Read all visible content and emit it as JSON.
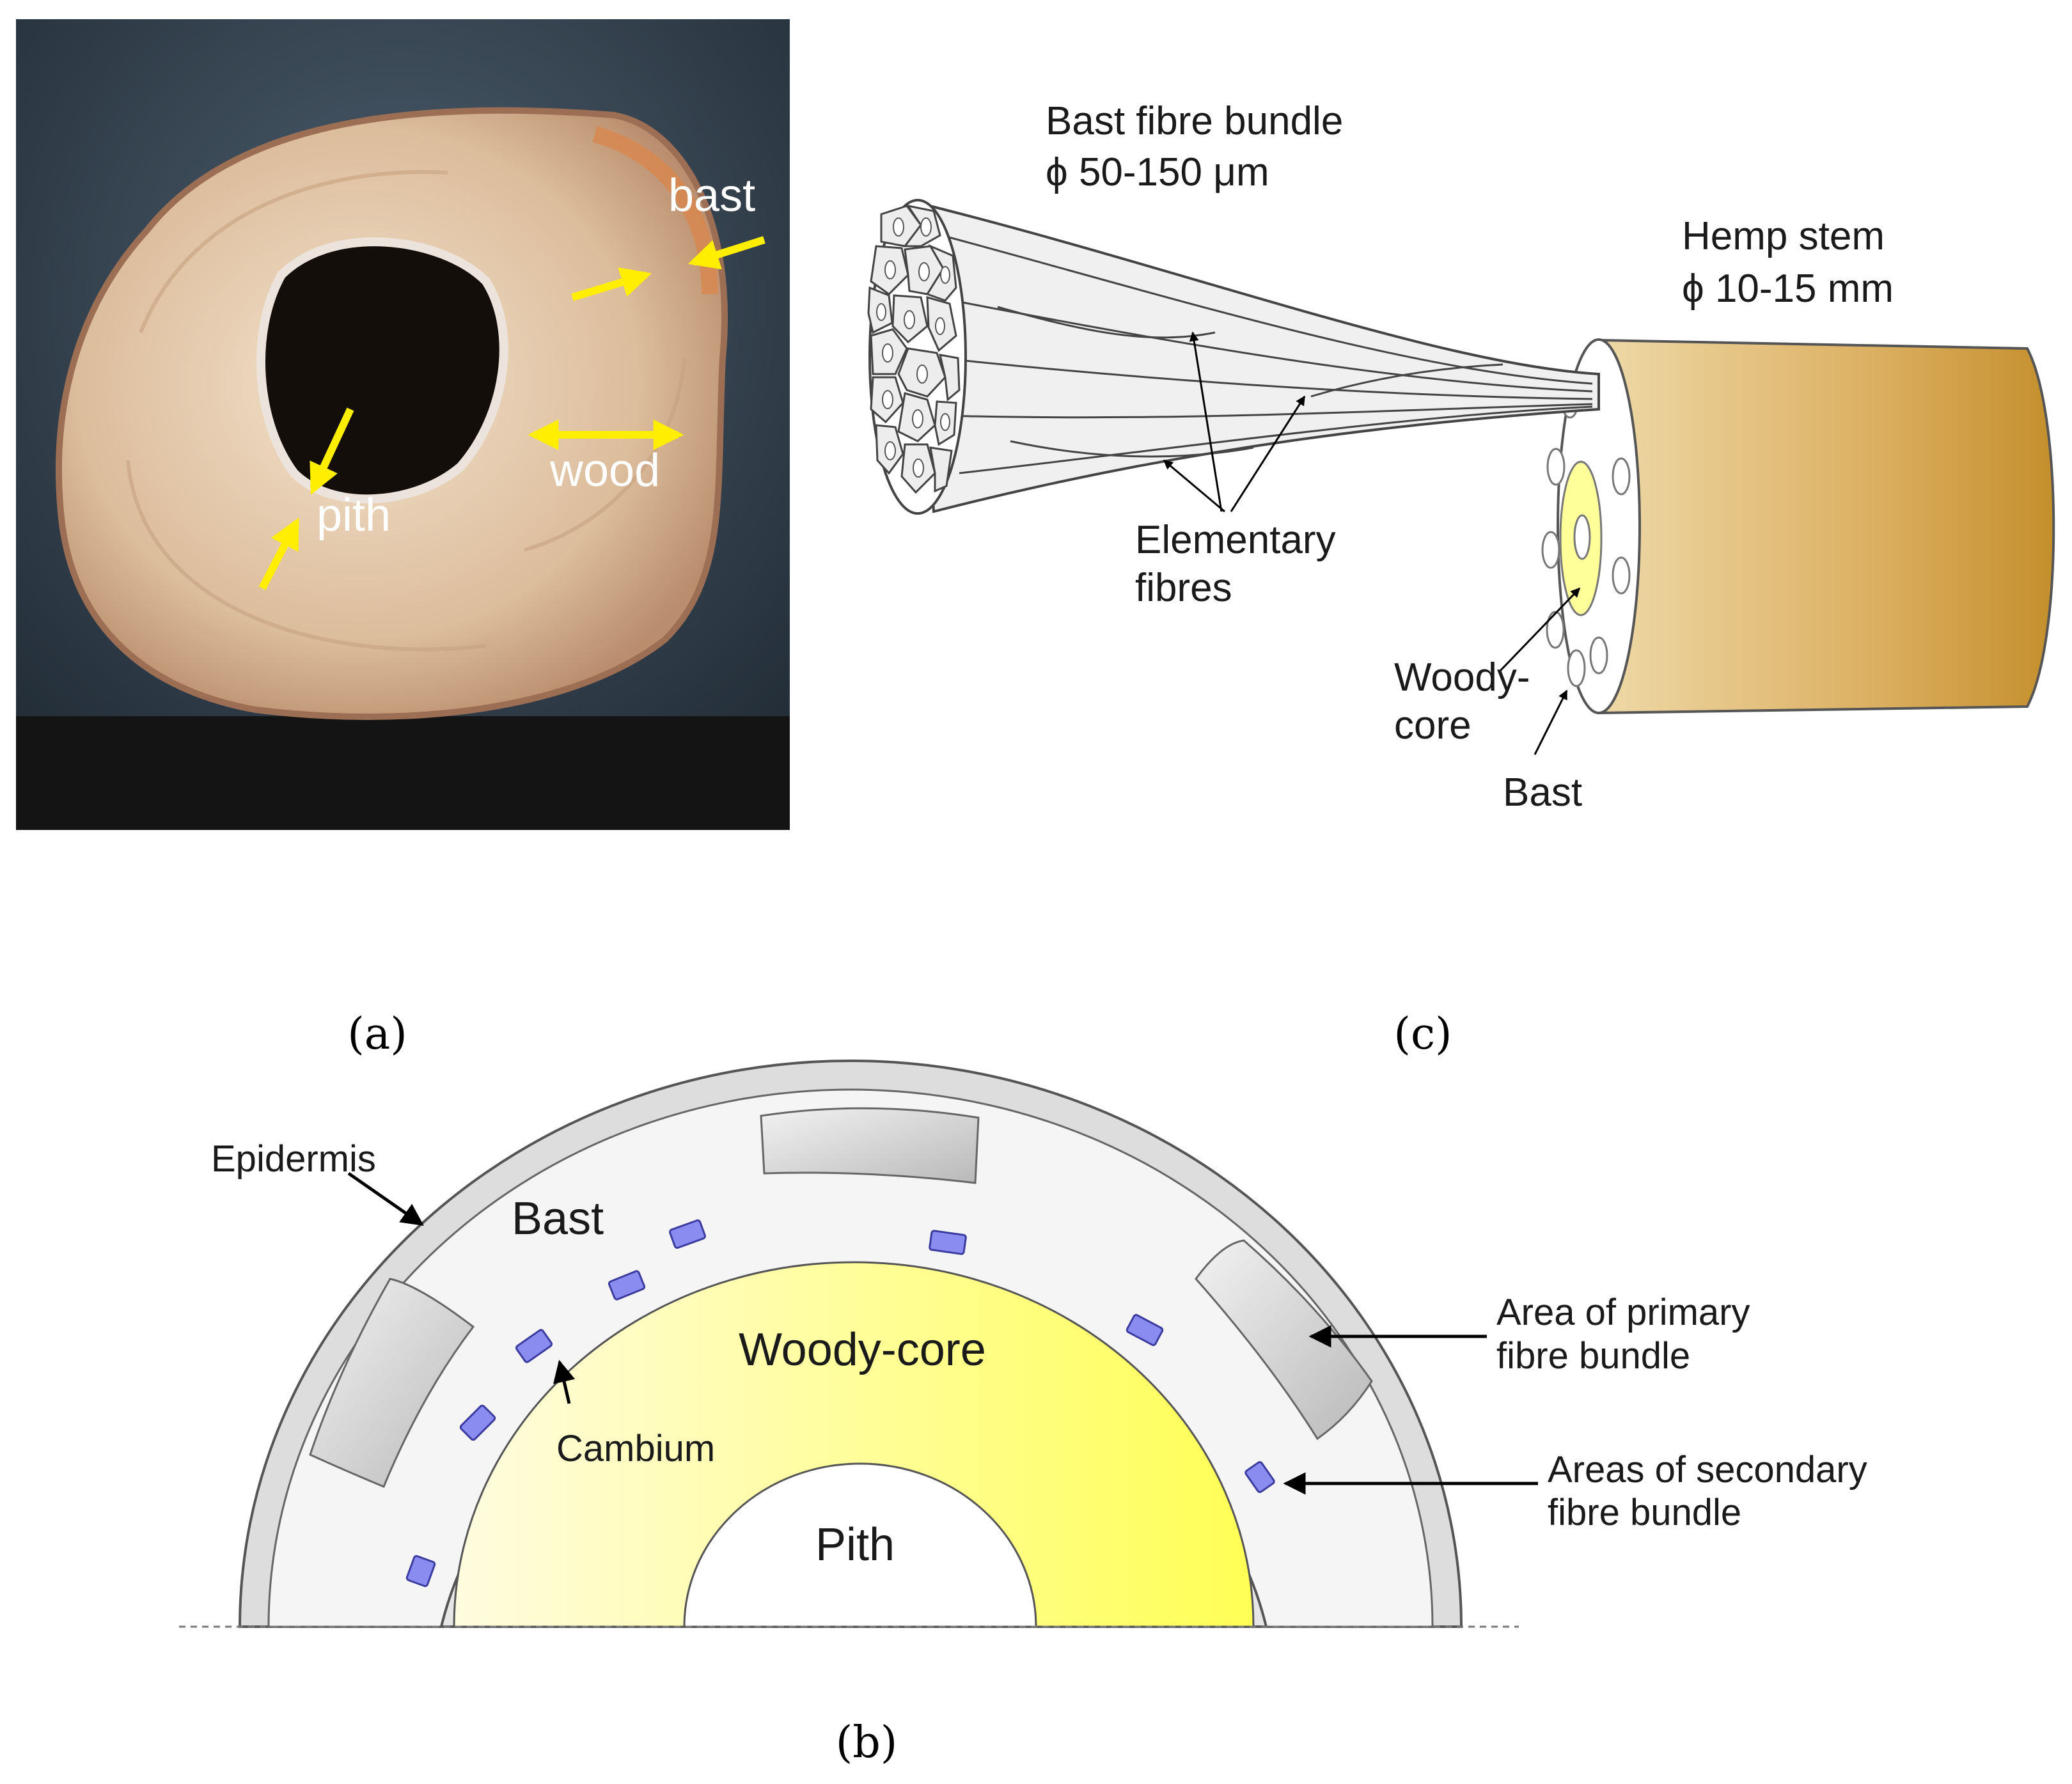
{
  "panel_a": {
    "labels": {
      "bast": "bast",
      "wood": "wood",
      "pith": "pith"
    },
    "caption": "(a)"
  },
  "panel_c": {
    "bundle_title": "Bast fibre bundle",
    "bundle_size": "ϕ 50-150 μm",
    "stem_title": "Hemp stem",
    "stem_size": "ϕ 10-15 mm",
    "elementary_line1": "Elementary",
    "elementary_line2": "fibres",
    "woody_line1": "Woody-",
    "woody_line2": "core",
    "bast": "Bast",
    "caption": "(c)"
  },
  "panel_b": {
    "epidermis": "Epidermis",
    "bast": "Bast",
    "woody_core": "Woody-core",
    "cambium": "Cambium",
    "pith": "Pith",
    "primary_line1": "Area of primary",
    "primary_line2": "fibre bundle",
    "secondary_line1": "Areas of secondary",
    "secondary_line2": "fibre bundle",
    "caption": "(b)"
  },
  "colors": {
    "arrow_yellow": "#ffee00",
    "woody_core": "#ffff66",
    "secondary_bundle": "#8a8cf0",
    "stem_brown": "#c7952e"
  }
}
